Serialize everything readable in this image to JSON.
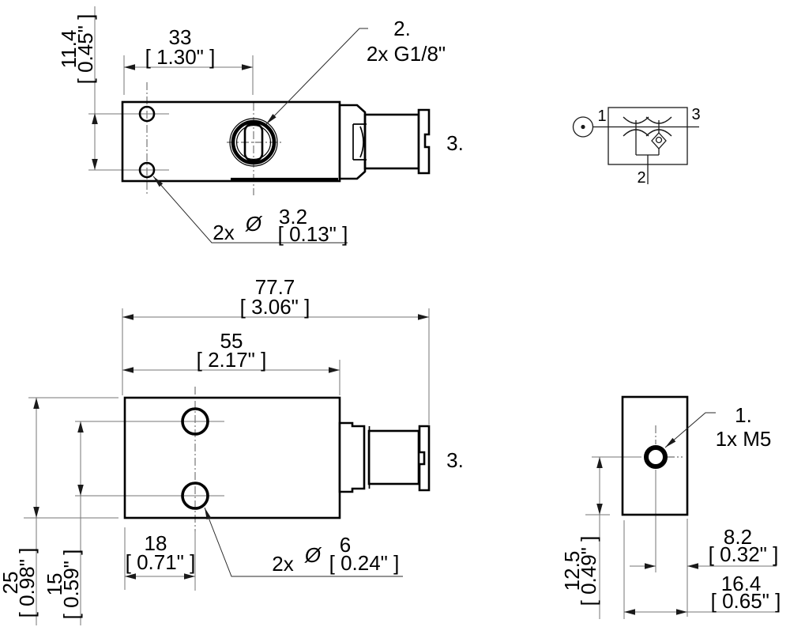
{
  "title": "valve technical drawing",
  "colors": {
    "outline": "#000000",
    "dimension": "#757575",
    "text": "#000000",
    "background": "#ffffff"
  },
  "top_view": {
    "dim_width": {
      "mm": "33",
      "inch": "[ 1.30\" ]"
    },
    "dim_hole_spacing": {
      "mm": "11.4",
      "inch": "[ 0.45\" ]"
    },
    "port_callout": {
      "index": "2.",
      "spec": "2x G1/8\""
    },
    "hole_callout": {
      "count": "2x",
      "symbol": "Ø",
      "mm": "3.2",
      "inch": "[ 0.13\" ]"
    },
    "fitting_label": "3."
  },
  "front_view": {
    "dim_overall_width": {
      "mm": "77.7",
      "inch": "[ 3.06\" ]"
    },
    "dim_body_width": {
      "mm": "55",
      "inch": "[ 2.17\" ]"
    },
    "dim_height": {
      "mm": "25",
      "inch": "[ 0.98\" ]"
    },
    "dim_hole_spacing": {
      "mm": "15",
      "inch": "[ 0.59\" ]"
    },
    "dim_hole_offset": {
      "mm": "18",
      "inch": "[ 0.71\" ]"
    },
    "hole_callout": {
      "count": "2x",
      "symbol": "Ø",
      "mm": "6",
      "inch": "[ 0.24\" ]"
    },
    "fitting_label": "3."
  },
  "side_view": {
    "thread_callout": {
      "index": "1.",
      "spec": "1x M5"
    },
    "dim_hole_to_bottom": {
      "mm": "12.5",
      "inch": "[ 0.49\" ]"
    },
    "dim_hole_center": {
      "mm": "8.2",
      "inch": "[ 0.32\" ]"
    },
    "dim_width": {
      "mm": "16.4",
      "inch": "[ 0.65\" ]"
    }
  },
  "schematic": {
    "port_1": "1",
    "port_2": "2",
    "port_3": "3"
  }
}
